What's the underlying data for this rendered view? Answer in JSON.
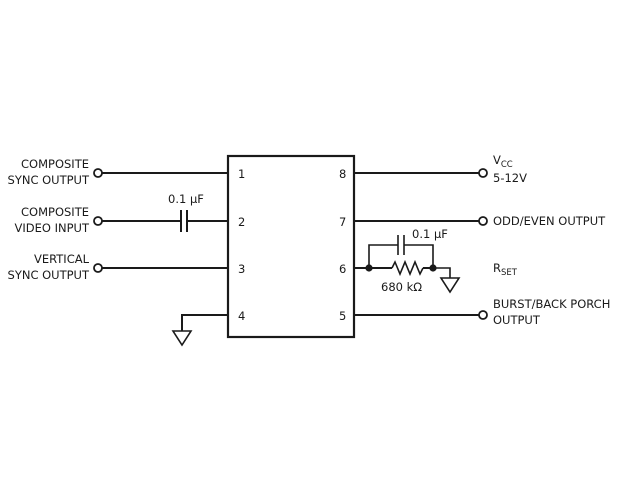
{
  "chip": {
    "pins_left": [
      "1",
      "2",
      "3",
      "4"
    ],
    "pins_right": [
      "8",
      "7",
      "6",
      "5"
    ]
  },
  "left": {
    "pin1_line1": "COMPOSITE",
    "pin1_line2": "SYNC OUTPUT",
    "pin2_line1": "COMPOSITE",
    "pin2_line2": "VIDEO INPUT",
    "pin3_line1": "VERTICAL",
    "pin3_line2": "SYNC OUTPUT",
    "cap_label": "0.1 μF"
  },
  "right": {
    "vcc_main": "V",
    "vcc_sub": "CC",
    "vcc_range": "5-12V",
    "odd_even": "ODD/EVEN OUTPUT",
    "cap_label": "0.1 μF",
    "rset_main": "R",
    "rset_sub": "SET",
    "resistor_label": "680 kΩ",
    "burst_line1": "BURST/BACK PORCH",
    "burst_line2": "OUTPUT"
  }
}
